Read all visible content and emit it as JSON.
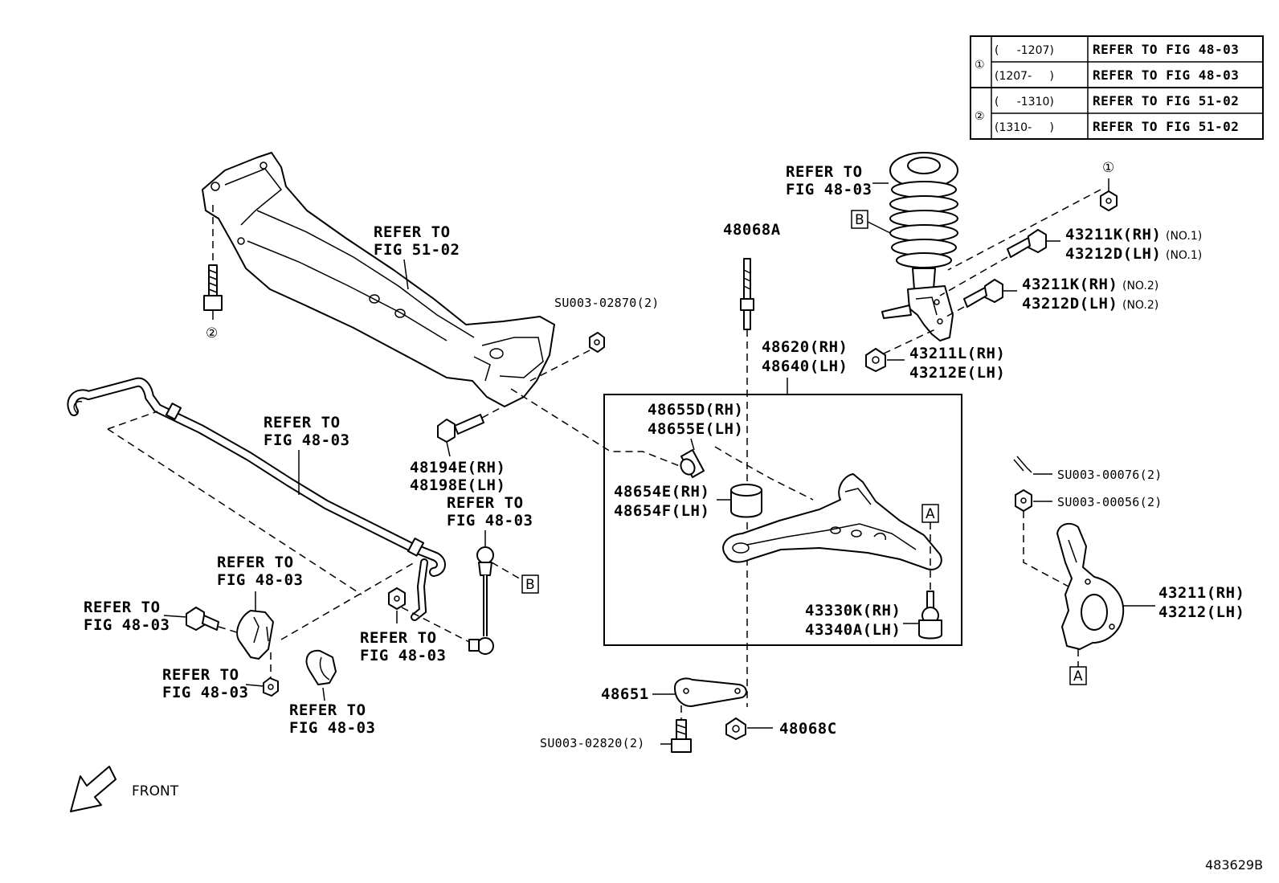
{
  "applicability_table": {
    "rows": [
      {
        "marker": "①",
        "range": "(     -1207)",
        "ref": "REFER TO FIG 48-03"
      },
      {
        "marker": "",
        "range": "(1207-     )",
        "ref": "REFER TO FIG 48-03"
      },
      {
        "marker": "②",
        "range": "(     -1310)",
        "ref": "REFER TO FIG 51-02"
      },
      {
        "marker": "",
        "range": "(1310-     )",
        "ref": "REFER TO FIG 51-02"
      }
    ]
  },
  "labels": {
    "refer_to": "REFER TO",
    "fig_51_02": "FIG 51-02",
    "fig_48_03": "FIG 48-03",
    "bolt_2": "②",
    "nut_1": "①",
    "su_02870": "SU003-02870(2)",
    "p48194e": "48194E(RH)",
    "p48198e": "48198E(LH)",
    "p48068a": "48068A",
    "p48620": "48620(RH)",
    "p48640": "48640(LH)",
    "p48655d": "48655D(RH)",
    "p48655e": "48655E(LH)",
    "p48654e": "48654E(RH)",
    "p48654f": "48654F(LH)",
    "p43330k": "43330K(RH)",
    "p43340a": "43340A(LH)",
    "p48651": "48651",
    "p48068c": "48068C",
    "su_02820": "SU003-02820(2)",
    "p43211k": "43211K(RH)",
    "p43212d": "43212D(LH)",
    "no1": "(NO.1)",
    "no2": "(NO.2)",
    "p43211l": "43211L(RH)",
    "p43212e": "43212E(LH)",
    "su_00076": "SU003-00076(2)",
    "su_00056": "SU003-00056(2)",
    "p43211": "43211(RH)",
    "p43212": "43212(LH)",
    "box_a": "A",
    "box_b": "B",
    "front": "FRONT",
    "diagram_id": "483629B"
  }
}
